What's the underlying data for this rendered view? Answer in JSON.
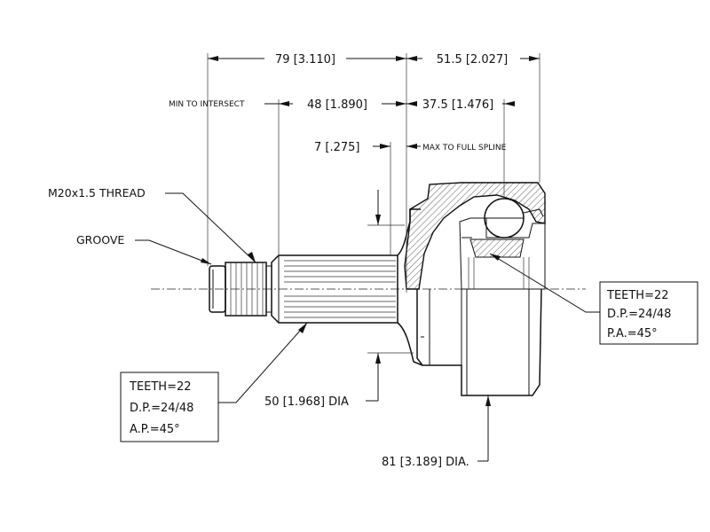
{
  "dimensions": {
    "overall_left": "79 [3.110]",
    "overall_right": "51.5 [2.027]",
    "min_to_intersect": "MIN TO INTERSECT",
    "shaft_length": "48 [1.890]",
    "spline_length": "37.5 [1.476]",
    "groove_offset": "7 [.275]",
    "max_to_full_spline": "MAX TO FULL SPLINE",
    "seal_dia": "50 [1.968] DIA",
    "outer_dia": "81 [3.189] DIA."
  },
  "callouts": {
    "thread": "M20x1.5 THREAD",
    "groove": "GROOVE"
  },
  "spec_boxes": {
    "outer_spline": {
      "teeth": "TEETH=22",
      "dp": "D.P.=24/48",
      "angle": "A.P.=45°"
    },
    "inner_spline": {
      "teeth": "TEETH=22",
      "dp": "D.P.=24/48",
      "angle": "P.A.=45°"
    }
  }
}
